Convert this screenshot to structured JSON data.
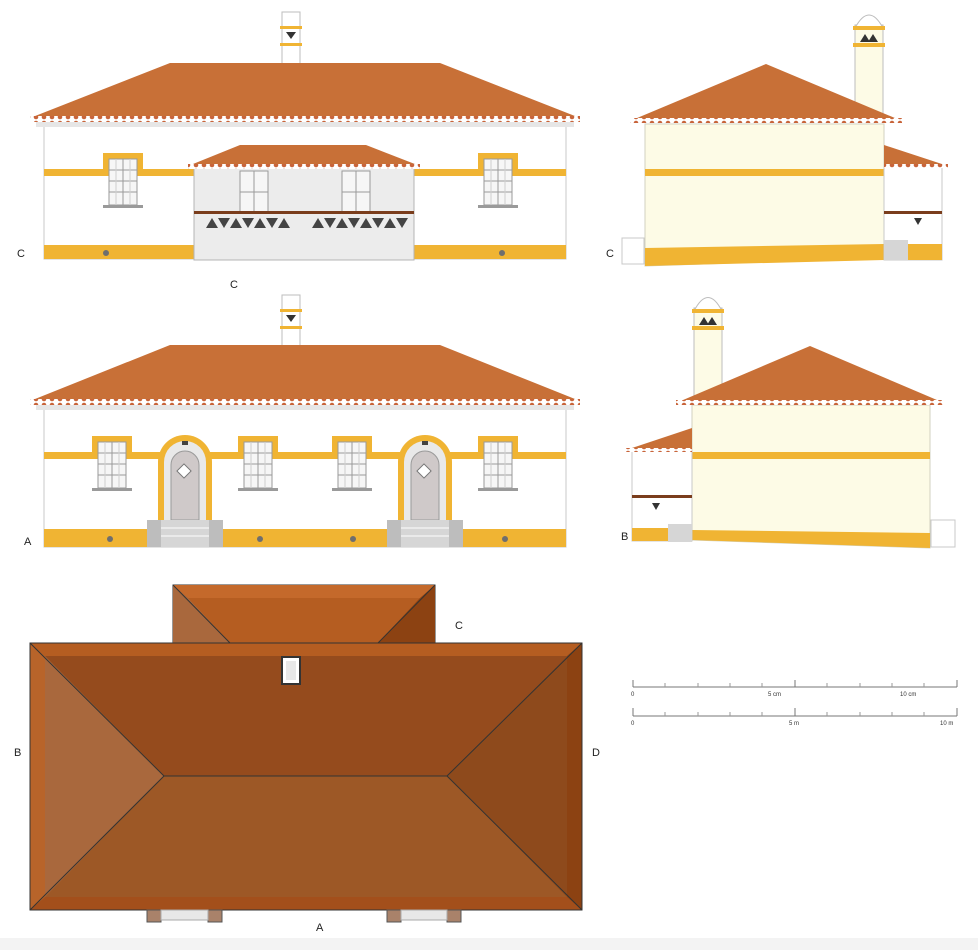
{
  "labels": {
    "front_left": "C",
    "front_bottom": "C",
    "side_top_left": "C",
    "facade_a_left": "A",
    "side_b_left": "B",
    "plan_top_right": "C",
    "plan_left": "B",
    "plan_right": "D",
    "plan_bottom": "A"
  },
  "scales": [
    {
      "start": "0",
      "mid": "5 cm",
      "end": "10 cm"
    },
    {
      "start": "0",
      "mid": "5 m",
      "end": "10 m"
    }
  ],
  "colors": {
    "roof": "#c87037",
    "roof_dark": "#9c5427",
    "wall": "#ffffff",
    "wall_side": "#fdfbe6",
    "ochre": "#f0b433",
    "plinth_dot": "#6e6e6e",
    "stone": "#c8c8c8"
  }
}
